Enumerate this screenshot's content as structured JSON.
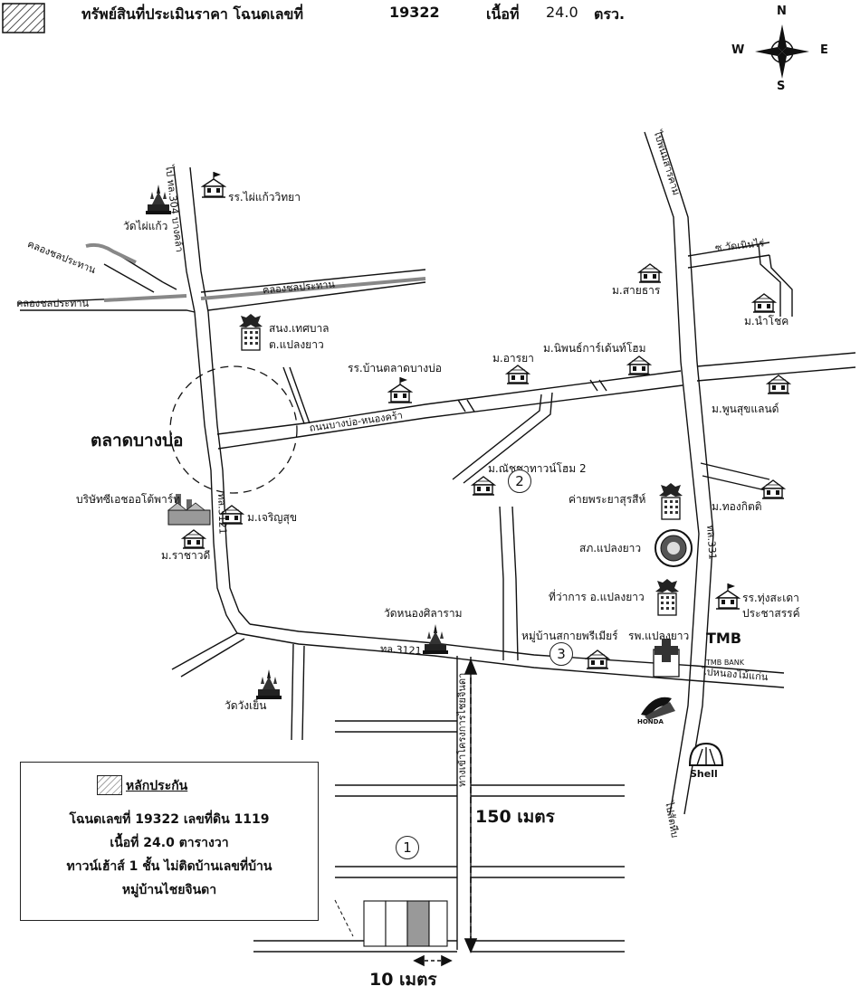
{
  "header": {
    "title": "ทรัพย์สินที่ประเมินราคา โฉนดเลขที่",
    "deed_number": "19322",
    "area_label": "เนื้อที่",
    "area_value": "24.0",
    "area_unit": "ตรว."
  },
  "compass": {
    "n": "N",
    "s": "S",
    "e": "E",
    "w": "W"
  },
  "roads": {
    "r304": "ไป ทล.304 บางคล้า",
    "canal_1": "คลองชลประทาน",
    "canal_2": "คลองชลประทาน",
    "canal_3": "คลองชลประทาน",
    "bangbo_nongkrak": "ถนนบางบ่อ-หนองคร้า",
    "r3121_upper": "ทล.3121",
    "r3121_lower": "ทล.3121",
    "r331": "ทล.331",
    "to_phanom_sarakham": "ไปพนมสารคาม",
    "wat_noen_rai": "ซ.วัดเนินไร่",
    "to_nong_mai_kaen": "ไปหนองไม้แก่น",
    "to_sattahip": "ไปสัตหีบ",
    "chaijinda_project": "ทางเข้าโครงการไชยจินดา"
  },
  "places": {
    "wat_phai_kaew": "วัดไผ่แก้ว",
    "school_phai_kaew": "รร.ไผ่แก้ววิทยา",
    "municipality_1": "สนง.เทศบาล",
    "municipality_2": "ต.แปลงยาว",
    "school_talat_bangbo": "รร.บ้านตลาดบางบ่อ",
    "m_araya": "ม.อารยา",
    "m_niphon": "ม.นิพนธ์การ์เด้นท์โฮม",
    "m_saithan": "ม.สายธาร",
    "m_namchok": "ม.นำโชค",
    "m_phunsuk": "ม.พูนสุขแลนด์",
    "talat_bangbo": "ตลาดบางบ่อ",
    "m_natcha": "ม.ณัชชาทาวน์โฮม 2",
    "camp_phraya": "ค่ายพระยาสุรสีห์",
    "m_thongkitti": "ม.ทองกิตติ",
    "cg_factory": "บริษัทซีเอชออโต้พาร์ท",
    "m_charoensuk": "ม.เจริญสุข",
    "m_rachawadi": "ม.ราชาวดี",
    "police": "สภ.แปลงยาว",
    "district_office": "ที่ว่าการ อ.แปลงยาว",
    "school_thung_1": "รร.ทุ่งสะเดา",
    "school_thung_2": "ประชาสรรค์",
    "wat_nong_sila": "วัดหนองศิลาราม",
    "village_premier": "หมู่บ้านสกายพรีเมียร์",
    "hospital": "รพ.แปลงยาว",
    "tmb": "TMB",
    "tmb_bank": "TMB BANK",
    "wat_wang_yen": "วัดวังเย็น",
    "honda": "HONDA",
    "shell": "Shell"
  },
  "markers": {
    "m1": "1",
    "m2": "2",
    "m3": "3"
  },
  "measures": {
    "distance_150": "150 เมตร",
    "distance_10": "10 เมตร"
  },
  "legend": {
    "title": "หลักประกัน",
    "line1": "โฉนดเลขที่ 19322  เลขที่ดิน 1119",
    "line2": "เนื้อที่  24.0  ตารางวา",
    "line3": "ทาวน์เฮ้าส์ 1 ชั้น ไม่ติดบ้านเลขที่บ้าน",
    "line4": "หมู่บ้านไชยจินดา"
  }
}
